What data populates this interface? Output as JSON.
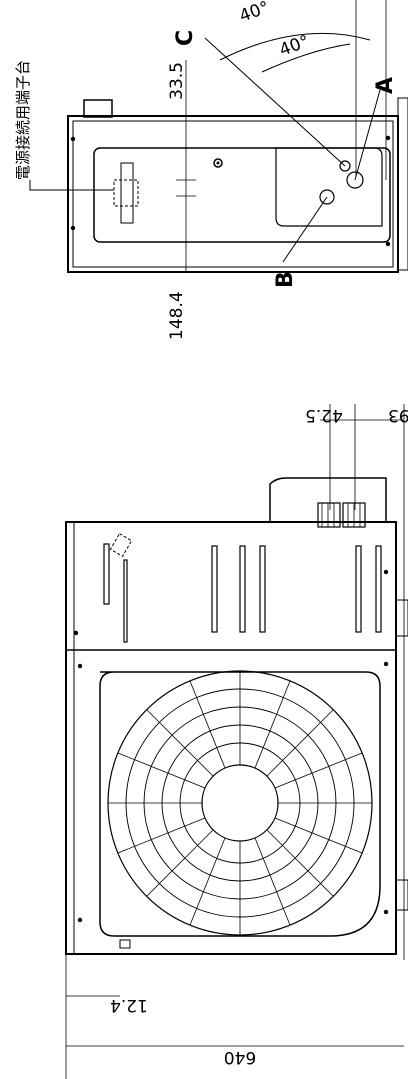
{
  "labels": {
    "power_terminal": "電源接続用端子台",
    "letter_a": "A",
    "letter_b": "B",
    "letter_c": "C"
  },
  "dimensions": {
    "angle_outer": "40°",
    "angle_inner": "40°",
    "d_33_5": "33.5",
    "d_148_4": "148.4",
    "d_42_5": "42.5",
    "d_93": "93",
    "d_12_4": "12.4",
    "d_640": "640"
  }
}
